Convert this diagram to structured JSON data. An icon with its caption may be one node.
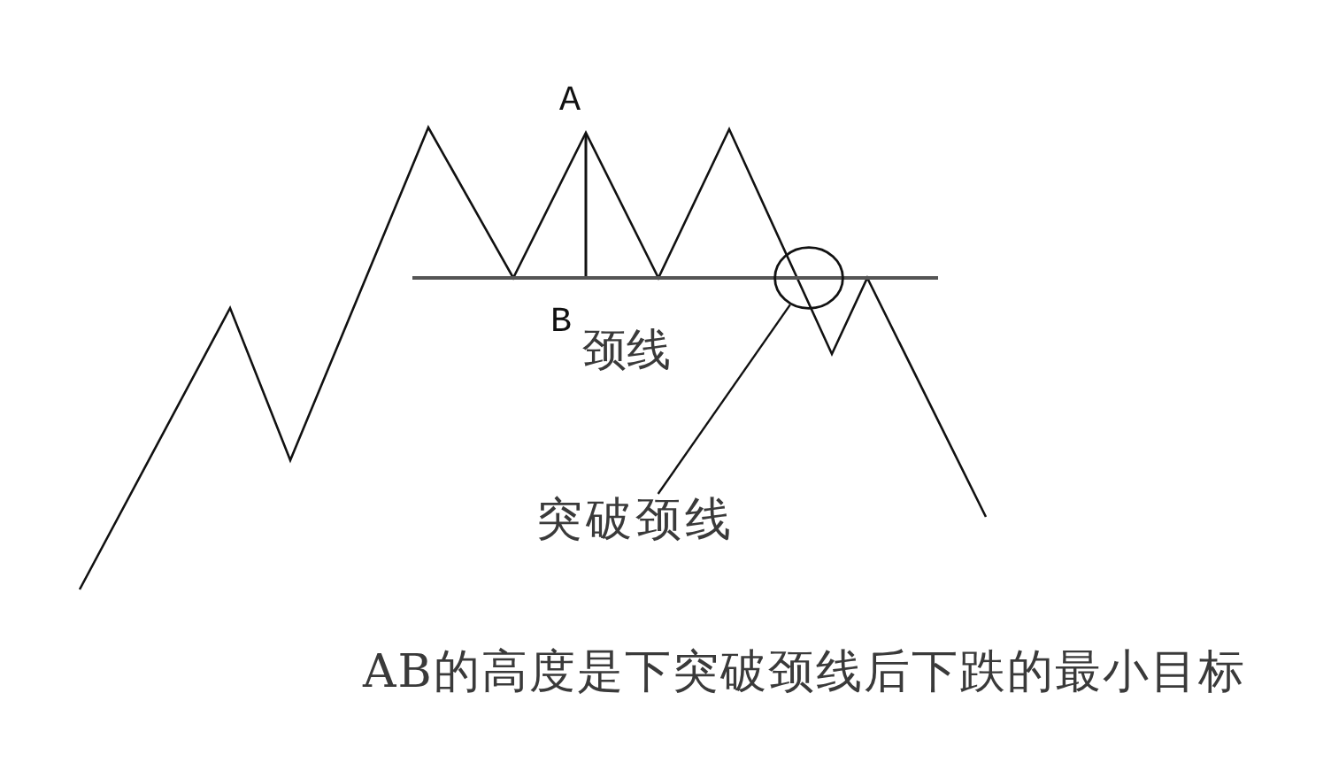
{
  "diagram": {
    "caption": "AB的高度是下突破颈线后下跌的最小目标",
    "nodes": [
      {
        "text": [
          "突破颈线"
        ]
      },
      {
        "text": [],
        "shape": "ellipse"
      }
    ],
    "edges": [
      {
        "from": 0,
        "to": 1,
        "arrow": "none"
      }
    ],
    "labels": [
      "A",
      "B",
      "颈线"
    ]
  }
}
